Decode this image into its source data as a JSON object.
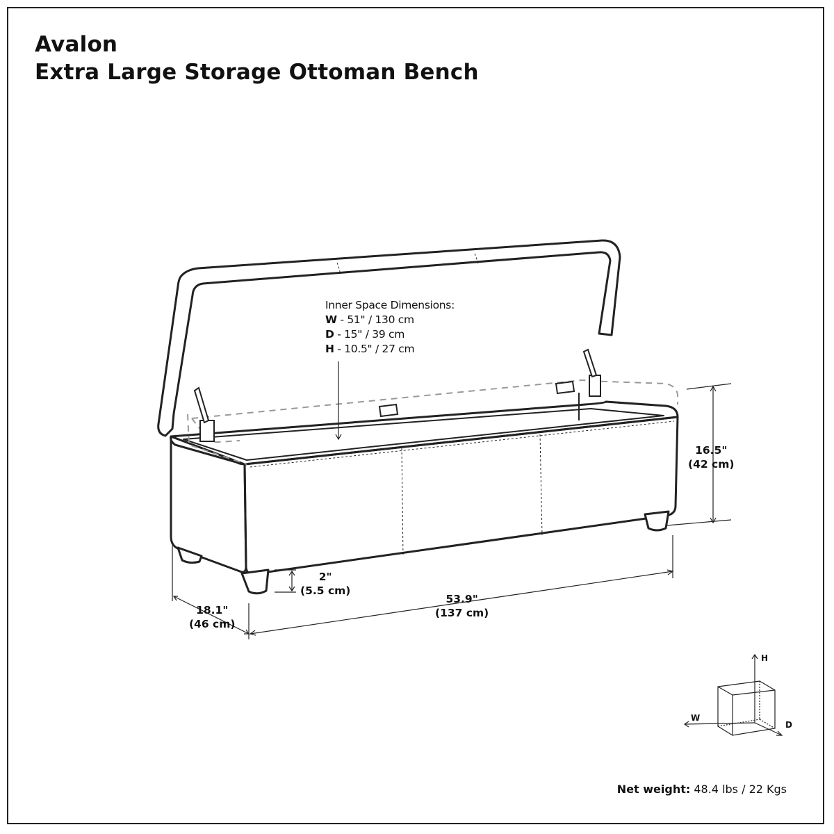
{
  "header": {
    "title_line1": "Avalon",
    "title_line2": "Extra Large Storage Ottoman Bench"
  },
  "inner_space": {
    "heading": "Inner Space Dimensions:",
    "w_key": "W",
    "w_value": " - 51\" / 130 cm",
    "d_key": "D",
    "d_value": " - 15\" / 39 cm",
    "h_key": "H",
    "h_value": " - 10.5\" / 27 cm"
  },
  "dimensions": {
    "height_in": "16.5\"",
    "height_cm": "(42 cm)",
    "leg_in": "2\"",
    "leg_cm": "(5.5 cm)",
    "width_in": "53.9\"",
    "width_cm": "(137 cm)",
    "depth_in": "18.1\"",
    "depth_cm": "(46 cm)"
  },
  "axis_legend": {
    "h": "H",
    "w": "W",
    "d": "D"
  },
  "footer": {
    "weight_label": "Net weight:",
    "weight_value": " 48.4 lbs / 22 Kgs"
  },
  "colors": {
    "line": "#222222",
    "guide": "#999999"
  }
}
